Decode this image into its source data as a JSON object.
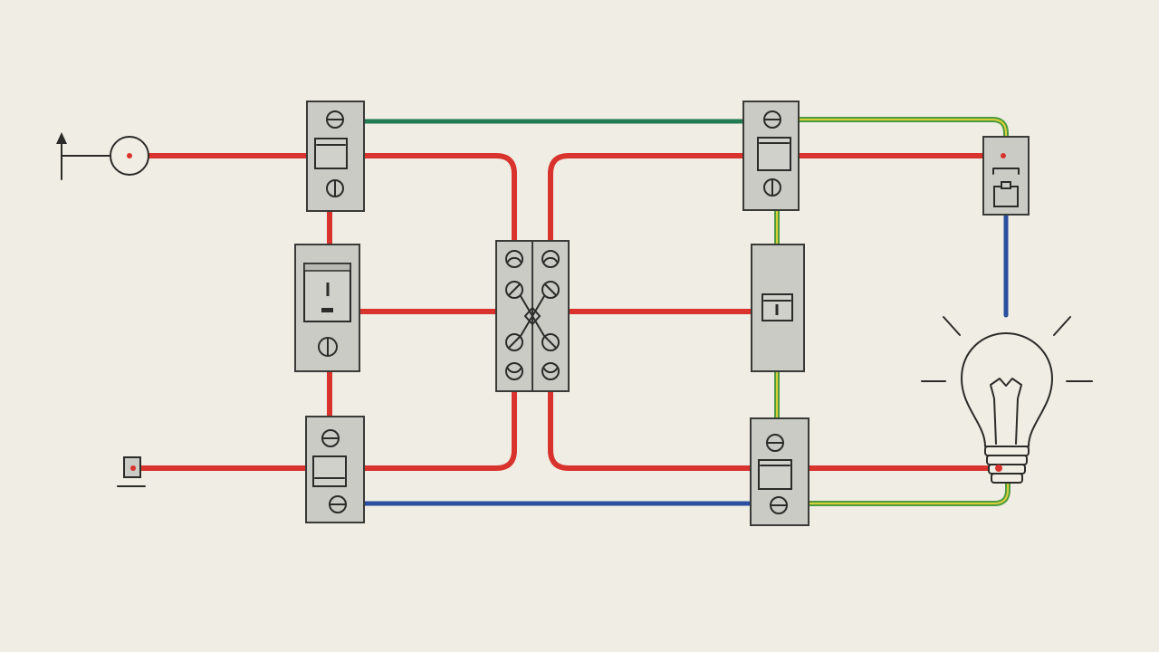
{
  "colors": {
    "background": "#efede4",
    "live_wire": "#d8332c",
    "neutral_wire": "#2a4fa0",
    "switched_wire": "#217a52",
    "earth_wire_green": "#4f9a3e",
    "earth_wire_yellow": "#d9cf3a",
    "device_fill": "#c9cbc4",
    "outline": "#2b2b29"
  },
  "components": [
    {
      "id": "supply",
      "kind": "supply-terminal",
      "icon": "circle-terminal-with-arrow"
    },
    {
      "id": "ground",
      "kind": "ground-terminal",
      "icon": "square-terminal"
    },
    {
      "id": "switch-top-left",
      "kind": "terminal-block-with-switch",
      "icon": "switch-block"
    },
    {
      "id": "rocker-switch",
      "kind": "rocker-switch",
      "icon": "rocker-switch"
    },
    {
      "id": "switch-bottom-left",
      "kind": "terminal-block-with-switch",
      "icon": "switch-block"
    },
    {
      "id": "intermediate-switch",
      "kind": "intermediate-cross-switch",
      "icon": "cross-switch"
    },
    {
      "id": "switch-top-right",
      "kind": "terminal-block-with-switch",
      "icon": "switch-block"
    },
    {
      "id": "switch-middle-right",
      "kind": "switch-module",
      "icon": "switch-module"
    },
    {
      "id": "switch-bottom-right",
      "kind": "terminal-block-with-switch",
      "icon": "switch-block"
    },
    {
      "id": "lamp-holder",
      "kind": "lamp-holder",
      "icon": "connector-block"
    },
    {
      "id": "light-bulb",
      "kind": "lamp",
      "icon": "light-bulb"
    }
  ],
  "wires": [
    {
      "from": "supply",
      "to": "switch-top-left",
      "color": "live_wire"
    },
    {
      "from": "ground",
      "to": "switch-bottom-left",
      "color": "live_wire"
    },
    {
      "from": "switch-top-left",
      "to": "switch-top-right",
      "color": "switched_wire"
    },
    {
      "from": "switch-bottom-left",
      "to": "switch-bottom-right",
      "color": "neutral_wire"
    },
    {
      "from": "switch-top-right",
      "to": "lamp-holder",
      "color": "live_wire"
    },
    {
      "from": "switch-top-right",
      "to": "lamp-holder",
      "color": "earth_wire_green"
    },
    {
      "from": "lamp-holder",
      "to": "light-bulb",
      "color": "neutral_wire"
    },
    {
      "from": "switch-bottom-right",
      "to": "light-bulb",
      "color": "live_wire"
    },
    {
      "from": "switch-bottom-right",
      "to": "light-bulb",
      "color": "earth_wire_green"
    }
  ]
}
